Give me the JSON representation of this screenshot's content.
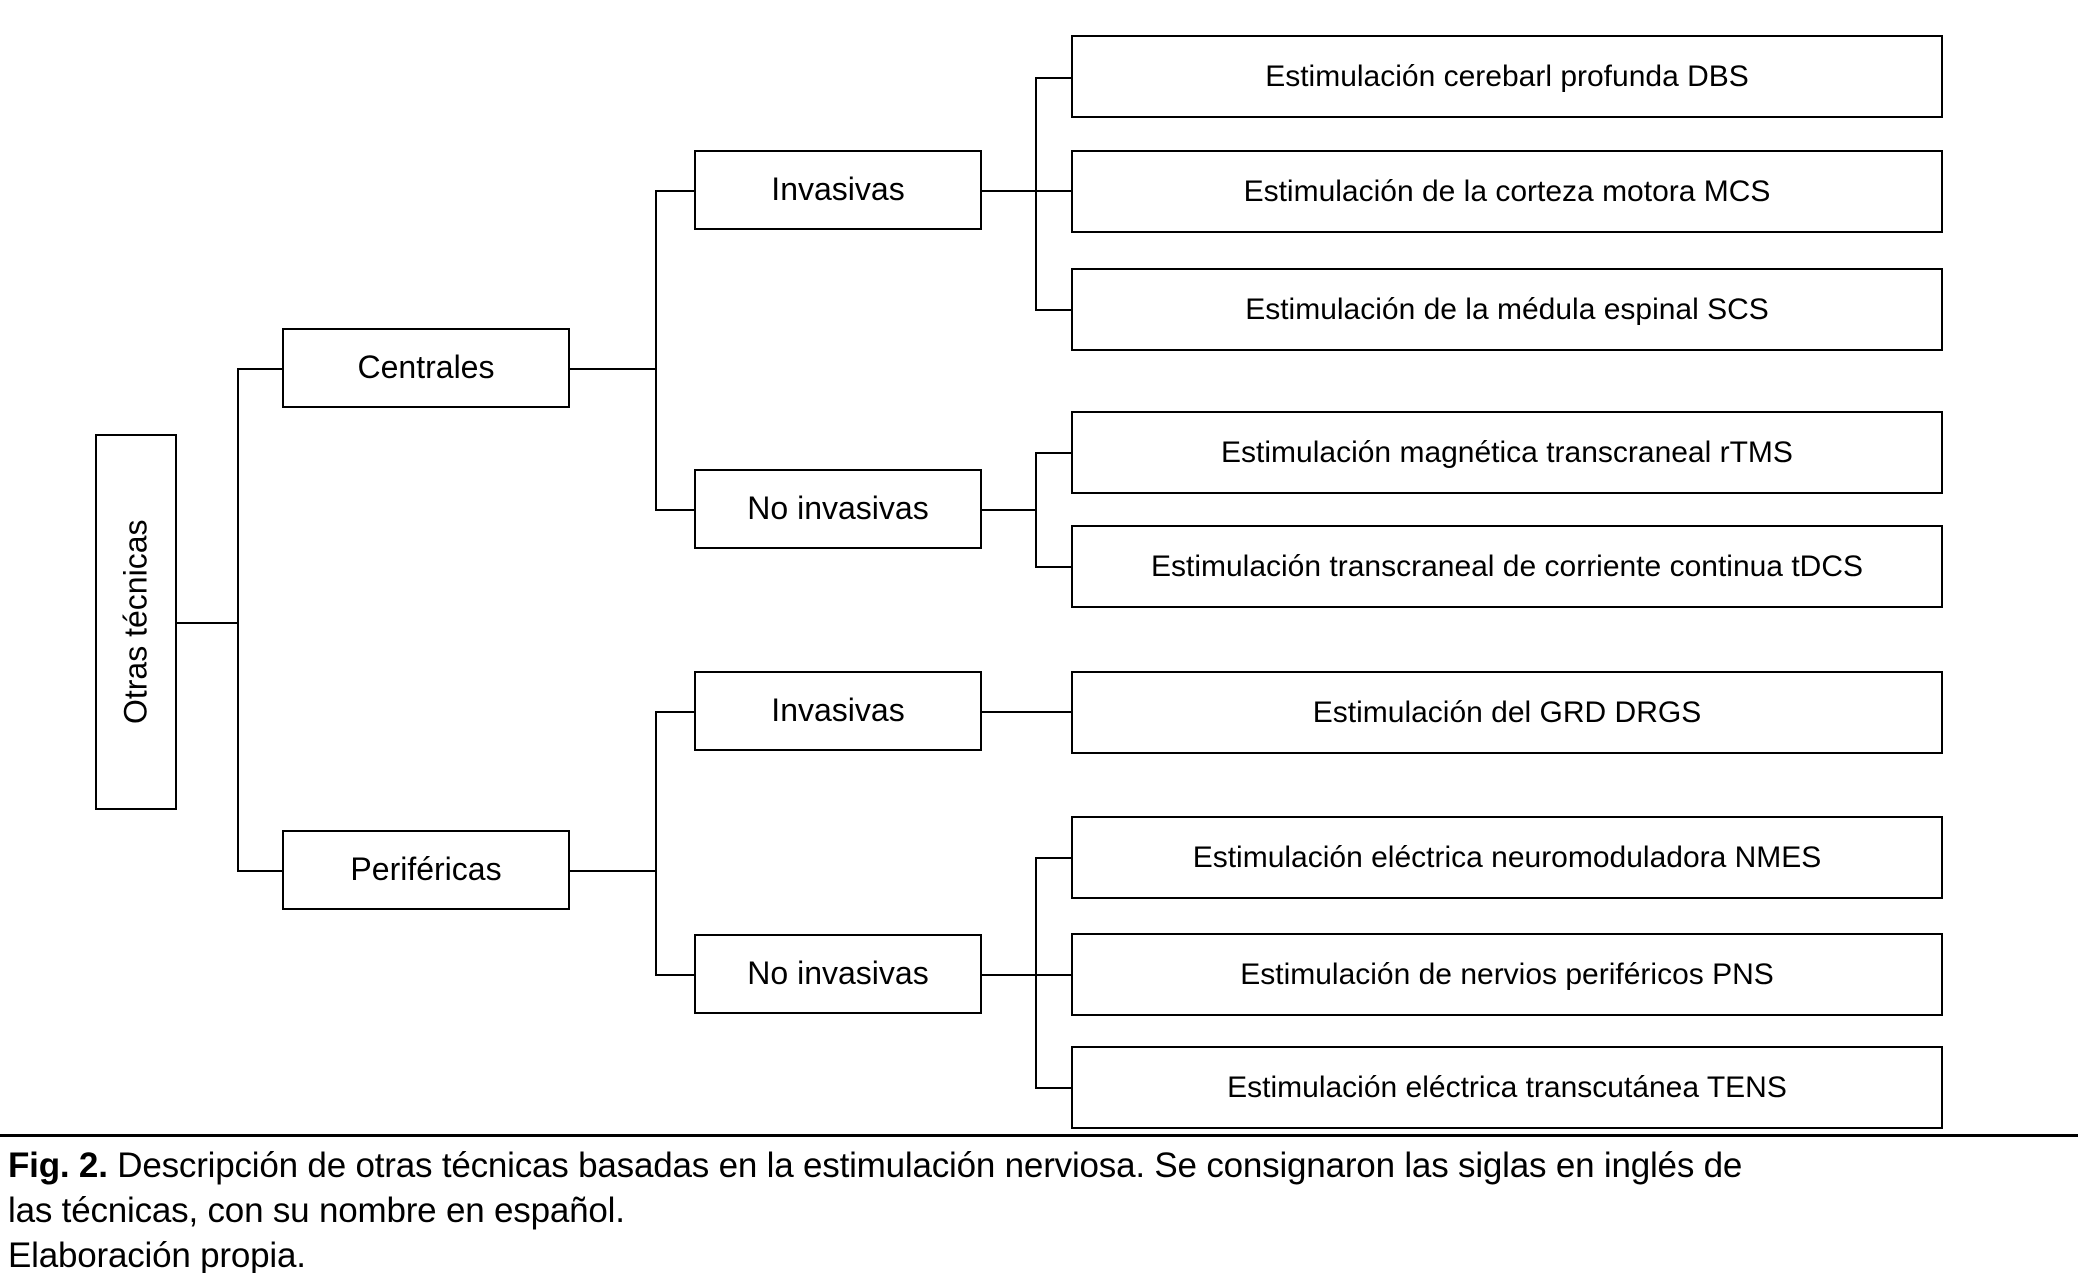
{
  "figure": {
    "type": "hierarchical-tree-diagram",
    "root": {
      "label": "Otras técnicas"
    },
    "branches": [
      {
        "label": "Centrales",
        "groups": [
          {
            "label": "Invasivas",
            "leaves": [
              "Estimulación cerebarl profunda DBS",
              "Estimulación de la corteza motora MCS",
              "Estimulación de la médula espinal SCS"
            ]
          },
          {
            "label": "No invasivas",
            "leaves": [
              "Estimulación magnética transcraneal rTMS",
              "Estimulación transcraneal de corriente continua tDCS"
            ]
          }
        ]
      },
      {
        "label": "Periféricas",
        "groups": [
          {
            "label": "Invasivas",
            "leaves": [
              "Estimulación del GRD DRGS"
            ]
          },
          {
            "label": "No invasivas",
            "leaves": [
              "Estimulación eléctrica neuromoduladora NMES",
              "Estimulación de nervios periféricos PNS",
              "Estimulación eléctrica transcutánea TENS"
            ]
          }
        ]
      }
    ]
  },
  "caption": {
    "fig_label": "Fig. 2.",
    "line1": " Descripción de otras técnicas basadas en la estimulación nerviosa. Se consignaron las siglas en inglés de",
    "line2": "las técnicas, con su nombre en español.",
    "line3": "Elaboración propia."
  }
}
